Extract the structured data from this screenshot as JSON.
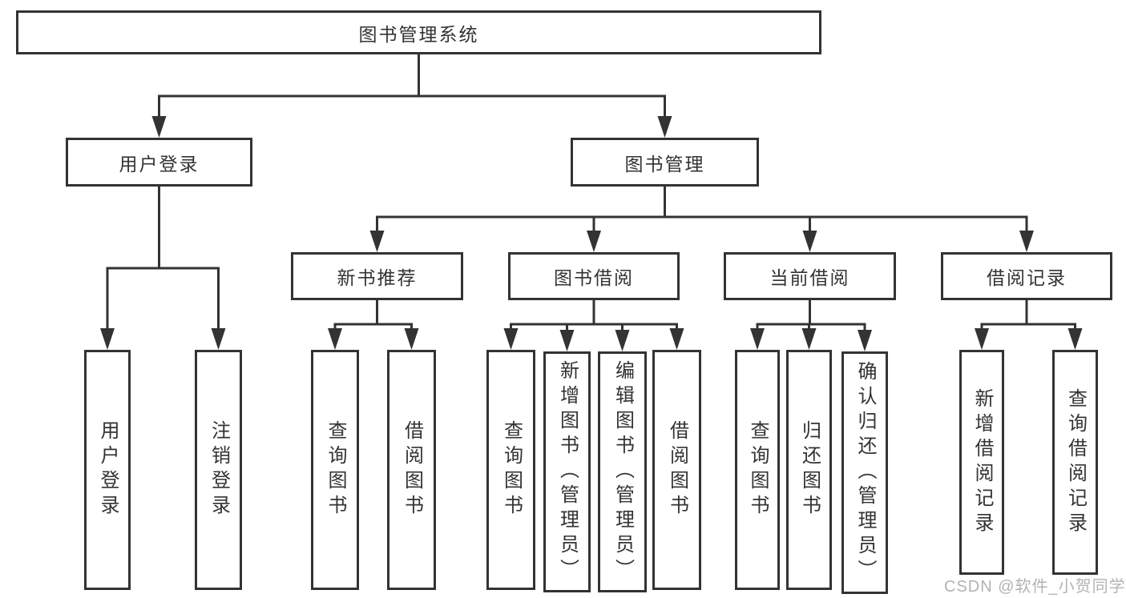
{
  "labels": {
    "root": "图书管理系统",
    "login": "用户登录",
    "bookmgmt": "图书管理",
    "newrec": "新书推荐",
    "borrow": "图书借阅",
    "current": "当前借阅",
    "records": "借阅记录",
    "userlogin": "用户登录",
    "logout": "注销登录",
    "nr_query": "查询图书",
    "nr_borrow": "借阅图书",
    "bw_query": "查询图书",
    "bw_add": "新增图书（管理员）",
    "bw_edit": "编辑图书（管理员）",
    "bw_borrow": "借阅图书",
    "cur_query": "查询图书",
    "cur_return": "归还图书",
    "cur_confirm": "确认归还（管理员）",
    "rec_add": "新增借阅记录",
    "rec_query": "查询借阅记录"
  },
  "tree": {
    "root": [
      "login",
      "bookmgmt"
    ],
    "login": [
      "userlogin",
      "logout"
    ],
    "bookmgmt": [
      "newrec",
      "borrow",
      "current",
      "records"
    ],
    "newrec": [
      "nr_query",
      "nr_borrow"
    ],
    "borrow": [
      "bw_query",
      "bw_add",
      "bw_edit",
      "bw_borrow"
    ],
    "current": [
      "cur_query",
      "cur_return",
      "cur_confirm"
    ],
    "records": [
      "rec_add",
      "rec_query"
    ]
  },
  "watermark": "CSDN @软件_小贺同学",
  "colors": {
    "line": "#333333",
    "text": "#333333",
    "watermark": "#b3b3b3",
    "background": "#ffffff"
  }
}
